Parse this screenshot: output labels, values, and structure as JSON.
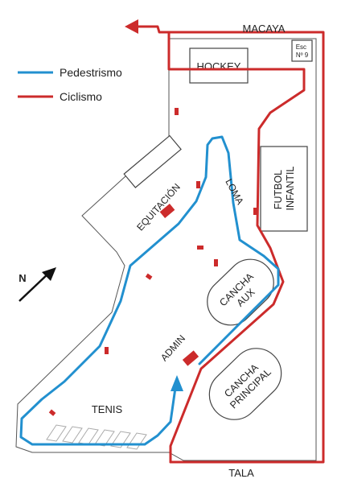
{
  "streets": {
    "north": "MACAYA",
    "south": "TALA"
  },
  "legend": {
    "pedestrian": "Pedestrismo",
    "cycling": "Ciclismo"
  },
  "colors": {
    "pedestrian": "#2290cf",
    "cycling": "#cc2b2b"
  },
  "areas": {
    "hockey": "HOCKEY",
    "equitacion": "EQUITACIÓN",
    "loma": "LOMA",
    "futbol_line1": "FUTBOL",
    "futbol_line2": "INFANTIL",
    "cancha_aux_line1": "CANCHA",
    "cancha_aux_line2": "AUX",
    "admin": "ADMIN",
    "cancha_principal_line1": "CANCHA",
    "cancha_principal_line2": "PRINCIPAL",
    "tenis": "TENIS"
  },
  "school": {
    "line1": "Esc",
    "line2": "Nº 9"
  },
  "north_arrow": {
    "label": "N",
    "icon": "north-arrow-icon"
  }
}
